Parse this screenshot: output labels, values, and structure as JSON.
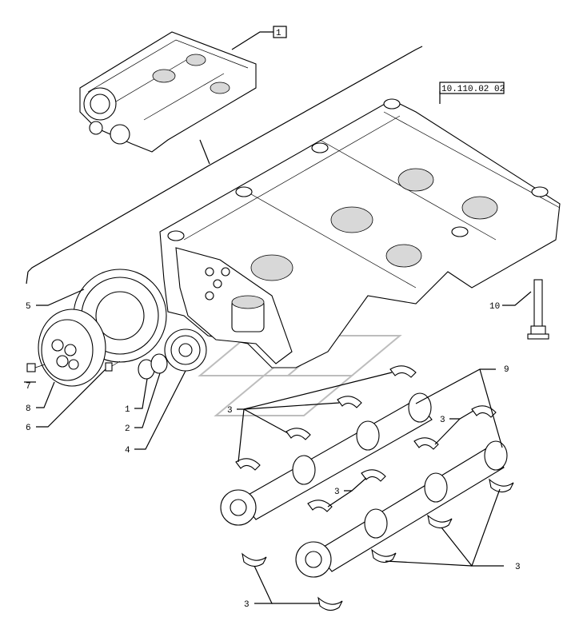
{
  "refs": {
    "top_box": "1",
    "main_box": "10.110.02 02"
  },
  "callouts": {
    "c1": "1",
    "c2": "2",
    "c3a": "3",
    "c3b": "3",
    "c3c": "3",
    "c3d": "3",
    "c3e": "3",
    "c4": "4",
    "c5": "5",
    "c6": "6",
    "c7": "7",
    "c8": "8",
    "c9": "9",
    "c10": "10"
  }
}
